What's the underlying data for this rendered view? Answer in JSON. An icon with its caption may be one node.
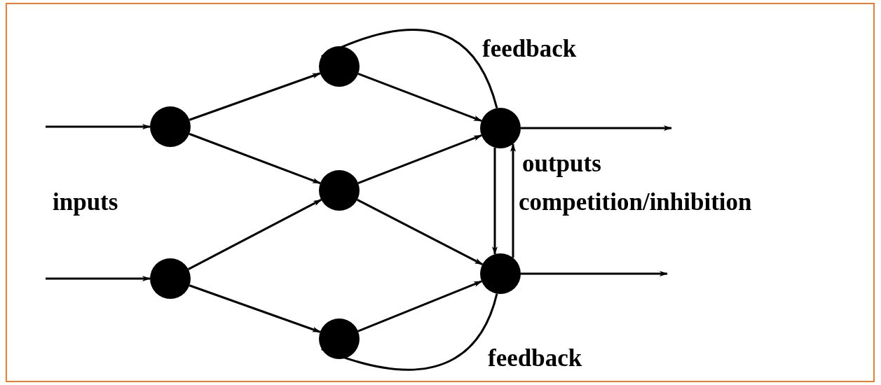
{
  "diagram": {
    "nodes": [
      {
        "text": [],
        "shape": "circle"
      },
      {
        "text": [],
        "shape": "circle"
      },
      {
        "text": [],
        "shape": "circle"
      },
      {
        "text": [],
        "shape": "circle"
      },
      {
        "text": [],
        "shape": "circle"
      },
      {
        "text": [],
        "shape": "circle"
      },
      {
        "text": [],
        "shape": "circle"
      }
    ],
    "edges": [
      {
        "from": null,
        "to": 0,
        "arrow": "to"
      },
      {
        "from": null,
        "to": 1,
        "arrow": "to"
      },
      {
        "from": 0,
        "to": 2,
        "arrow": "to"
      },
      {
        "from": 0,
        "to": 3,
        "arrow": "to"
      },
      {
        "from": 1,
        "to": 3,
        "arrow": "to"
      },
      {
        "from": 1,
        "to": 4,
        "arrow": "to"
      },
      {
        "from": 2,
        "to": 5,
        "arrow": "to"
      },
      {
        "from": 3,
        "to": 5,
        "arrow": "to"
      },
      {
        "from": 3,
        "to": 6,
        "arrow": "to"
      },
      {
        "from": 4,
        "to": 6,
        "arrow": "to"
      },
      {
        "from": 5,
        "to": null,
        "arrow": "to"
      },
      {
        "from": 6,
        "to": null,
        "arrow": "to"
      },
      {
        "from": 5,
        "to": 6,
        "arrow": "to"
      },
      {
        "from": 6,
        "to": 5,
        "arrow": "to"
      },
      {
        "from": 5,
        "to": 2,
        "arrow": "to"
      },
      {
        "from": 6,
        "to": 4,
        "arrow": "to"
      }
    ],
    "labels": [
      "feedback",
      "outputs",
      "inputs",
      "competition/inhibition",
      "feedback"
    ]
  }
}
